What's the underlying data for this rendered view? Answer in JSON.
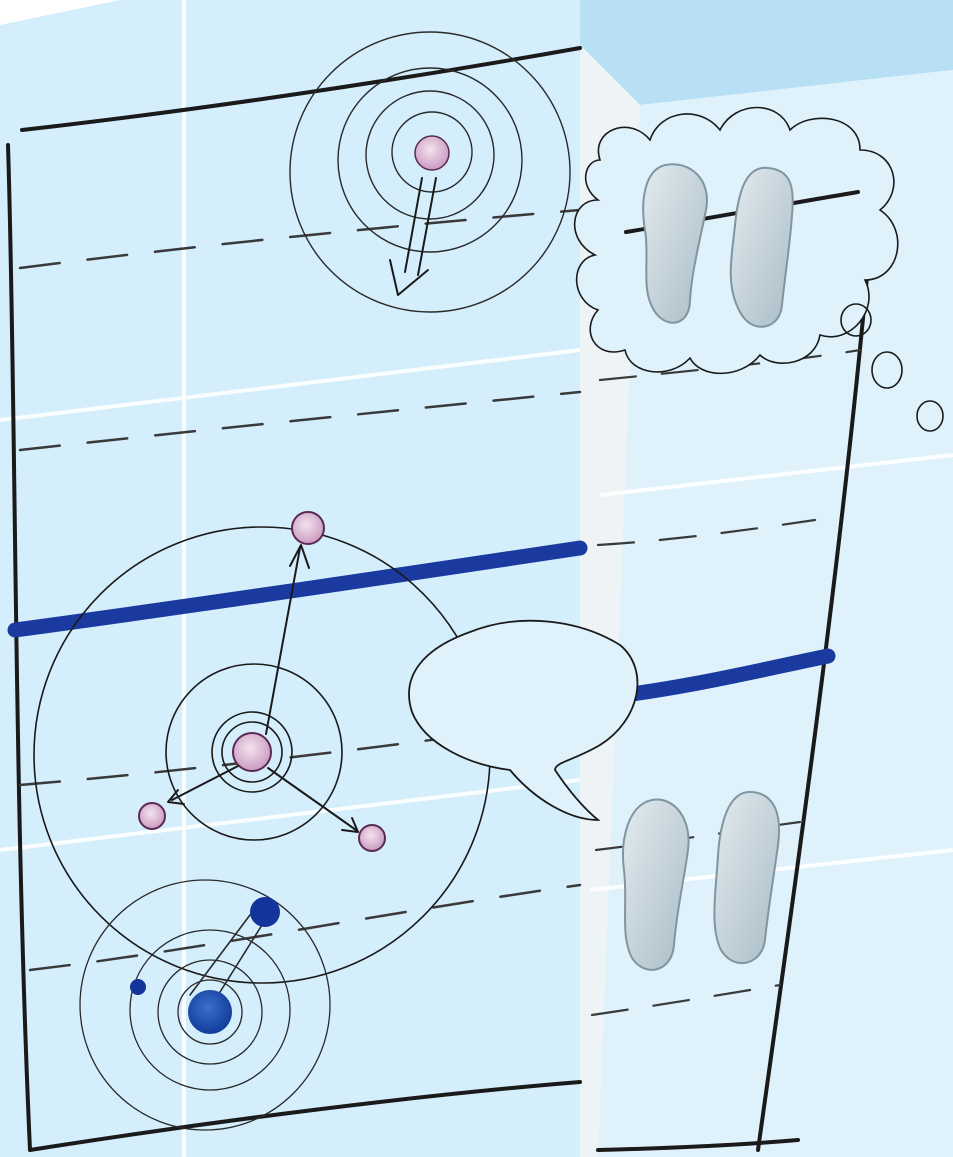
{
  "panels": [
    {
      "name": "left-panel"
    },
    {
      "name": "right-panel"
    }
  ],
  "bubbles": [
    {
      "type": "thought",
      "content": "footprints"
    },
    {
      "type": "speech",
      "content": "empty"
    }
  ],
  "icons": [
    "footprints-icon",
    "footprints-icon"
  ],
  "colors": {
    "panel": "#d4eefb",
    "panel_light": "#dff2fc",
    "sky": "#b7e0f5",
    "ink": "#1a1a1a",
    "pencil": "#2a2a2a",
    "blue_line": "#1a3aa0",
    "purple_particle": "#e6c6df",
    "purple_particle_edge": "#5a2a55",
    "blue_particle": "#1f4fb8",
    "footprint_fill": "#bfcfd8",
    "footprint_edge": "#7f95a0"
  }
}
